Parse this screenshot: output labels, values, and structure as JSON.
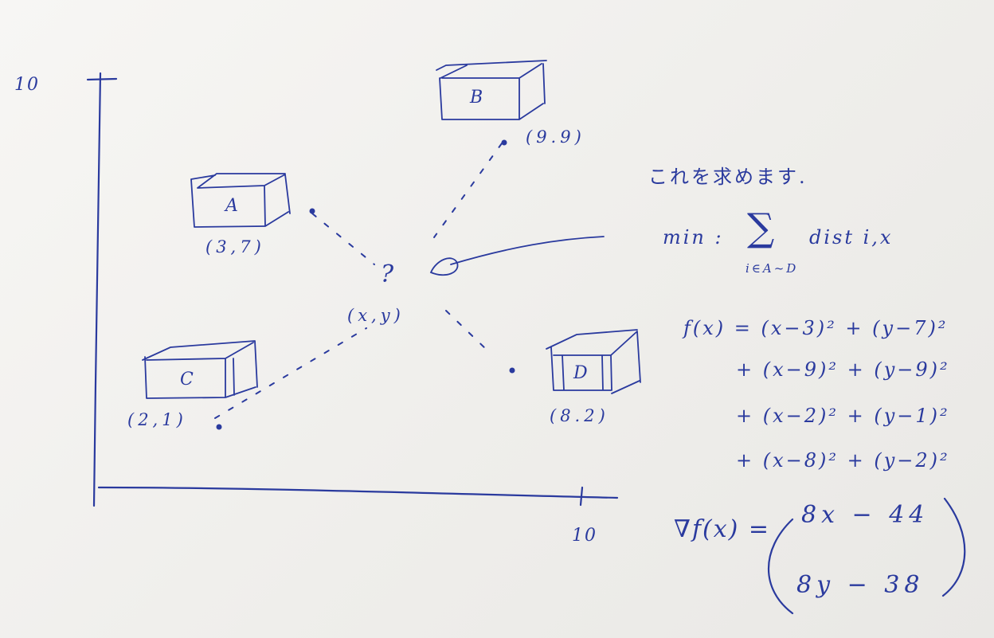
{
  "axes": {
    "y_max_label": "10",
    "x_max_label": "10"
  },
  "boxes": [
    {
      "id": "A",
      "label": "A",
      "coord": "(3,7)"
    },
    {
      "id": "B",
      "label": "B",
      "coord": "(9.9)"
    },
    {
      "id": "C",
      "label": "C",
      "coord": "(2,1)"
    },
    {
      "id": "D",
      "label": "D",
      "coord": "(8.2)"
    }
  ],
  "unknown": {
    "question_mark": "?",
    "point_label": "(x,y)"
  },
  "notes": {
    "heading": "これを求めます.",
    "objective_prefix": "min :",
    "objective_sigma": "∑",
    "objective_term": "dist i,x",
    "objective_index": "i∈A~D",
    "f_lines": [
      "f(x) = (x−3)² + (y−7)²",
      "+ (x−9)² + (y−9)²",
      "+ (x−2)² + (y−1)²",
      "+ (x−8)² + (y−2)²"
    ],
    "gradient_prefix": "∇f(x) =",
    "gradient_rows": [
      "8x − 44",
      "8y − 38"
    ]
  },
  "ink_color": "#2a3a9e"
}
